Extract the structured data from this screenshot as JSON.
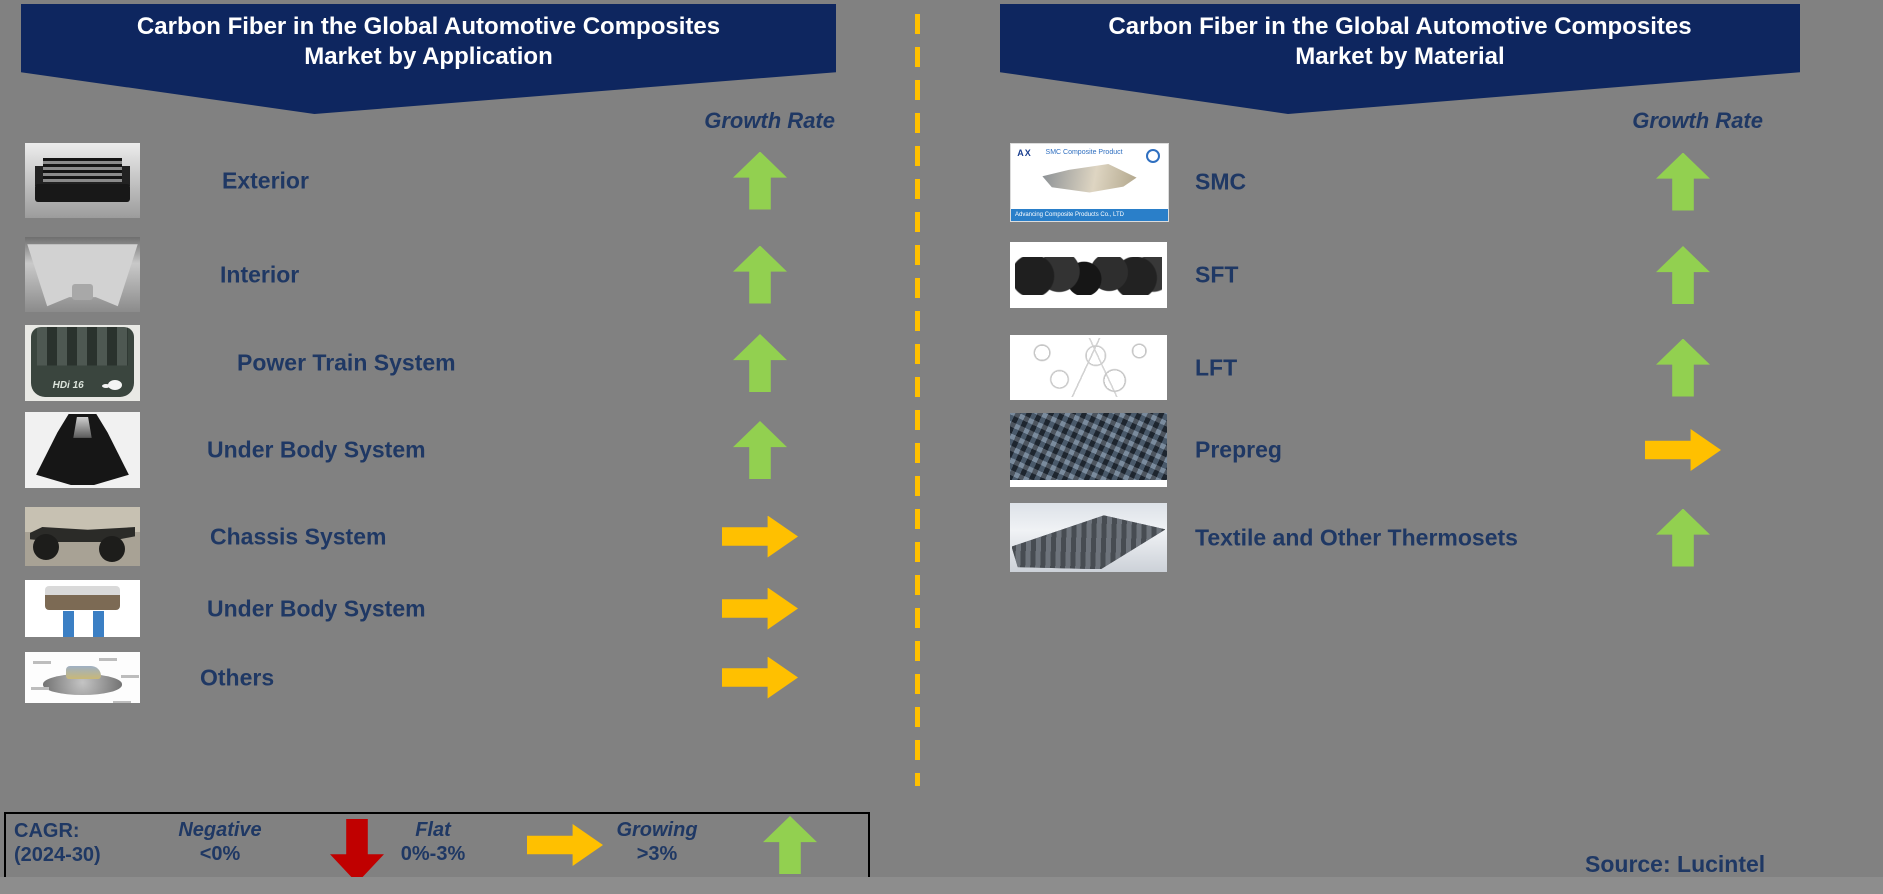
{
  "left_panel": {
    "title_line1": "Carbon Fiber in the Global Automotive Composites",
    "title_line2": "Market by Application",
    "growth_rate_label": "Growth Rate",
    "rows": [
      {
        "label": "Exterior",
        "arrow": "up",
        "image": "car-front-bumper-photo"
      },
      {
        "label": "Interior",
        "arrow": "up",
        "image": "headliner-photo"
      },
      {
        "label": "Power Train System",
        "arrow": "up",
        "image": "engine-cover-photo",
        "image_text": "HDi 16"
      },
      {
        "label": "Under Body System",
        "arrow": "up",
        "image": "underbody-shield-photo"
      },
      {
        "label": "Chassis System",
        "arrow": "flat",
        "image": "chassis-frame-photo"
      },
      {
        "label": "Under Body System",
        "arrow": "flat",
        "image": "car-underside-on-lift-photo"
      },
      {
        "label": "Others",
        "arrow": "flat",
        "image": "car-components-diagram"
      }
    ]
  },
  "right_panel": {
    "title_line1": "Carbon Fiber in the Global Automotive Composites",
    "title_line2": "Market by Material",
    "growth_rate_label": "Growth Rate",
    "rows": [
      {
        "label": "SMC",
        "arrow": "up",
        "image": "smc-composite-product-photo",
        "image_brand": "AX",
        "image_title": "SMC Composite Product",
        "image_footer": "Advancing Composite Products Co., LTD"
      },
      {
        "label": "SFT",
        "arrow": "up",
        "image": "auto-parts-pile-photo"
      },
      {
        "label": "LFT",
        "arrow": "up",
        "image": "parts-line-drawing"
      },
      {
        "label": "Prepreg",
        "arrow": "flat",
        "image": "carbon-fiber-weave-photo"
      },
      {
        "label": "Textile and Other Thermosets",
        "arrow": "up",
        "image": "carbon-fiber-sheet-photo"
      }
    ]
  },
  "legend": {
    "cagr_line1": "CAGR:",
    "cagr_line2": "(2024-30)",
    "items": [
      {
        "word": "Negative",
        "range": "<0%",
        "arrow": "down",
        "color": "#c00000"
      },
      {
        "word": "Flat",
        "range": "0%-3%",
        "arrow": "flat",
        "color": "#ffc000"
      },
      {
        "word": "Growing",
        "range": ">3%",
        "arrow": "up",
        "color": "#92d050"
      }
    ]
  },
  "source": "Source: Lucintel",
  "colors": {
    "background": "#818181",
    "banner": "#0e265f",
    "text_navy": "#1f3864",
    "arrow_up_green": "#92d050",
    "arrow_flat_yellow": "#ffc000",
    "arrow_down_red": "#c00000"
  }
}
